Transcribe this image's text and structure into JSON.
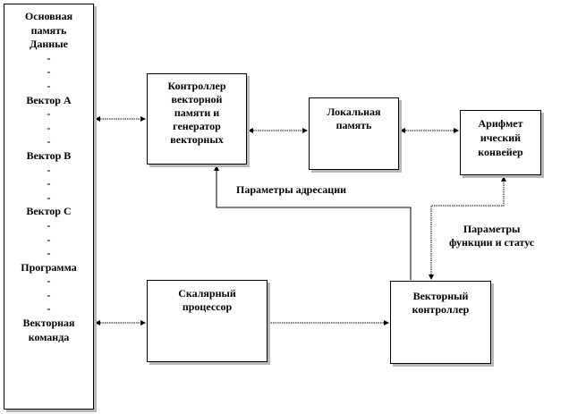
{
  "main_memory": {
    "lines": [
      "Основная",
      "память",
      "Данные",
      "-",
      "-",
      "-",
      "Вектор A",
      "-",
      "-",
      "-",
      "Вектор B",
      "-",
      "-",
      "-",
      "Вектор C",
      "-",
      "-",
      "-",
      "Программа",
      "-",
      "-",
      "-",
      "Векторная",
      "команда"
    ]
  },
  "vector_memory_controller": {
    "lines": [
      "Контроллер",
      "векторной",
      "памяти и",
      "генератор",
      "векторных"
    ]
  },
  "local_memory": {
    "lines": [
      "Локальная",
      "память"
    ]
  },
  "arithmetic_pipeline": {
    "lines": [
      "Арифмет",
      "ический",
      "конвейер"
    ]
  },
  "scalar_processor": {
    "lines": [
      "Скалярный",
      "процессор"
    ]
  },
  "vector_controller": {
    "lines": [
      "Векторный",
      "контроллер"
    ]
  },
  "labels": {
    "addressing_params": "Параметры адресации",
    "function_params": [
      "Параметры",
      "функции и статус"
    ]
  },
  "colors": {
    "line": "#000000",
    "shadow": "#b8b8b8",
    "background": "#ffffff"
  }
}
